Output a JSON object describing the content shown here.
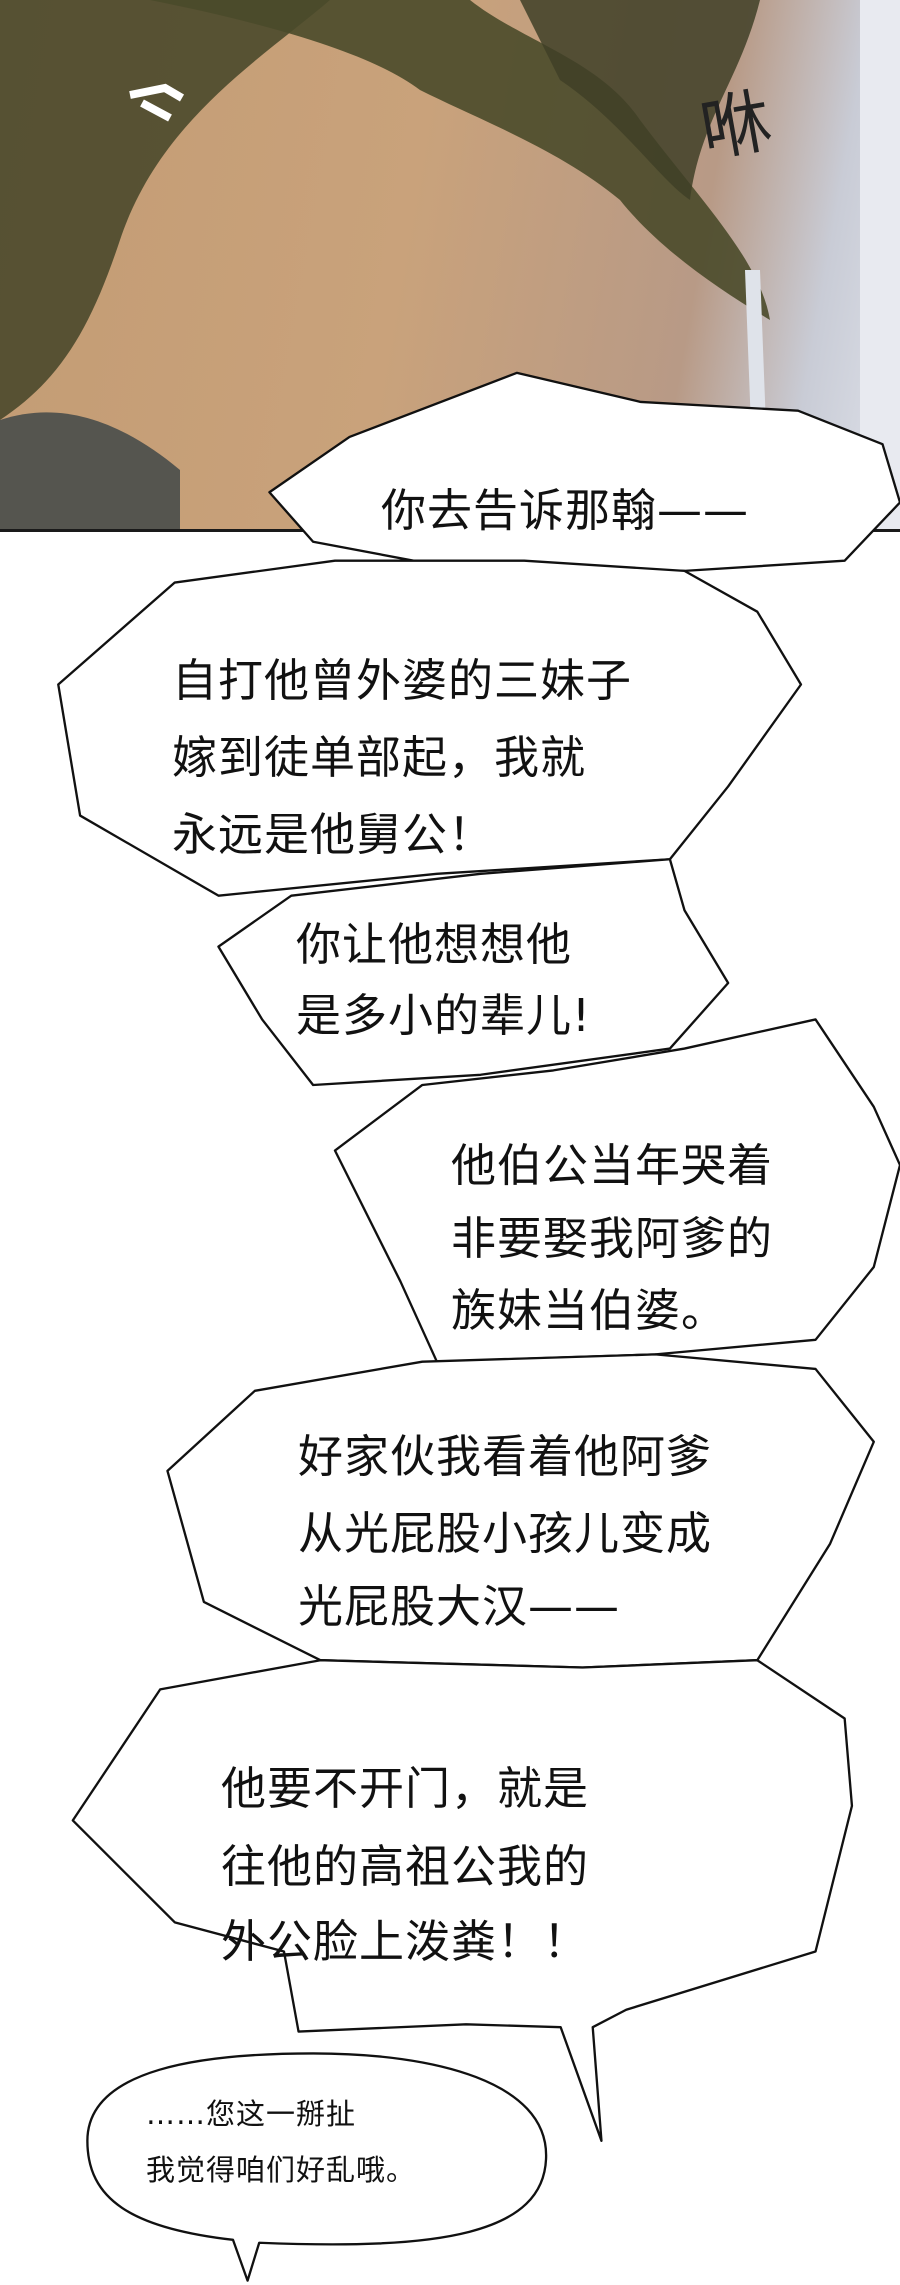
{
  "panel": {
    "sfx": "咻"
  },
  "bubbles": [
    {
      "lines": [
        "你去告诉那翰——"
      ]
    },
    {
      "lines": [
        "自打他曾外婆的三妹子",
        "嫁到徒单部起，我就",
        "永远是他舅公！"
      ]
    },
    {
      "lines": [
        "你让他想想他",
        "是多小的辈儿!"
      ]
    },
    {
      "lines": [
        "他伯公当年哭着",
        "非要娶我阿爹的",
        "族妹当伯婆。"
      ]
    },
    {
      "lines": [
        "好家伙我看着他阿爹",
        "从光屁股小孩儿变成",
        "光屁股大汉——"
      ]
    },
    {
      "lines": [
        "他要不开门，就是",
        "往他的高祖公我的",
        "外公脸上泼粪！！"
      ]
    },
    {
      "lines": [
        "……您这一掰扯",
        "我觉得咱们好乱哦。"
      ]
    }
  ],
  "colors": {
    "skin": "#c39c74",
    "hair": "#4a4a2a",
    "outline": "#111111",
    "bubble": "#ffffff"
  }
}
